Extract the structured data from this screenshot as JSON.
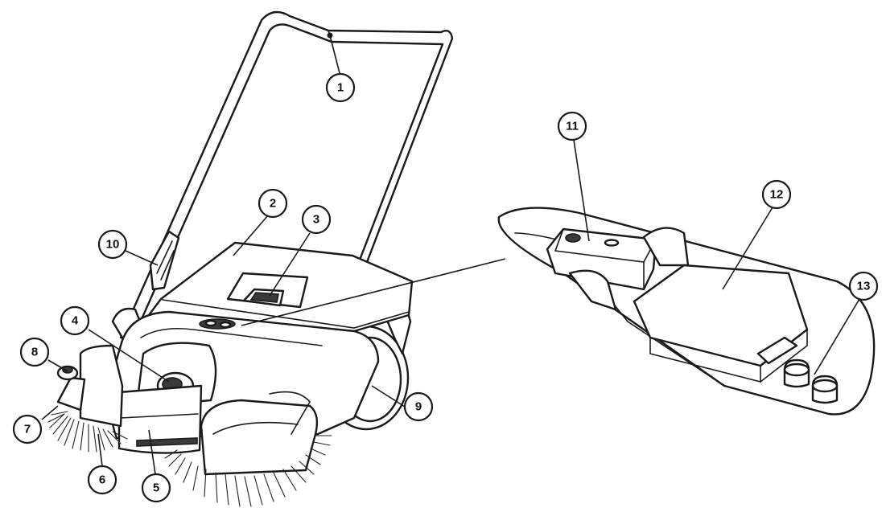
{
  "callouts": [
    {
      "id": "1",
      "label": "1"
    },
    {
      "id": "2",
      "label": "2"
    },
    {
      "id": "3",
      "label": "3"
    },
    {
      "id": "4",
      "label": "4"
    },
    {
      "id": "5",
      "label": "5"
    },
    {
      "id": "6",
      "label": "6"
    },
    {
      "id": "7",
      "label": "7"
    },
    {
      "id": "8",
      "label": "8"
    },
    {
      "id": "9",
      "label": "9"
    },
    {
      "id": "10",
      "label": "10"
    },
    {
      "id": "11",
      "label": "11"
    },
    {
      "id": "12",
      "label": "12"
    },
    {
      "id": "13",
      "label": "13"
    }
  ],
  "colors": {
    "line": "#1a1a1a",
    "background": "#ffffff"
  }
}
